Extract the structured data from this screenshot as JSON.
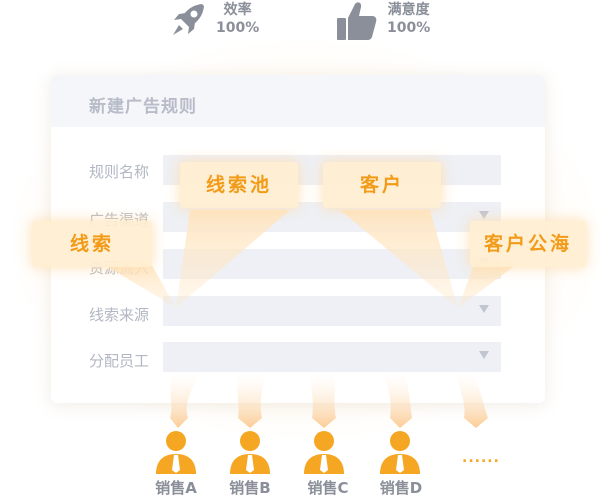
{
  "stats": [
    {
      "label": "效率",
      "value": "100%",
      "icon": "rocket-icon"
    },
    {
      "label": "满意度",
      "value": "100%",
      "icon": "thumbs-up-icon"
    }
  ],
  "panel": {
    "title": "新建广告规则",
    "fields": [
      {
        "label": "规则名称",
        "type": "text"
      },
      {
        "label": "广告渠道",
        "type": "select"
      },
      {
        "label": "资源流入",
        "type": "select"
      },
      {
        "label": "线索来源",
        "type": "select"
      },
      {
        "label": "分配员工",
        "type": "select"
      }
    ]
  },
  "tags": {
    "clues": "线索",
    "clue_pool": "线索池",
    "customer": "客户",
    "customer_sea": "客户公海"
  },
  "staff": [
    "销售A",
    "销售B",
    "销售C",
    "销售D"
  ],
  "more": "......",
  "colors": {
    "accent": "#f5a623",
    "text_muted": "#8a8f99"
  }
}
